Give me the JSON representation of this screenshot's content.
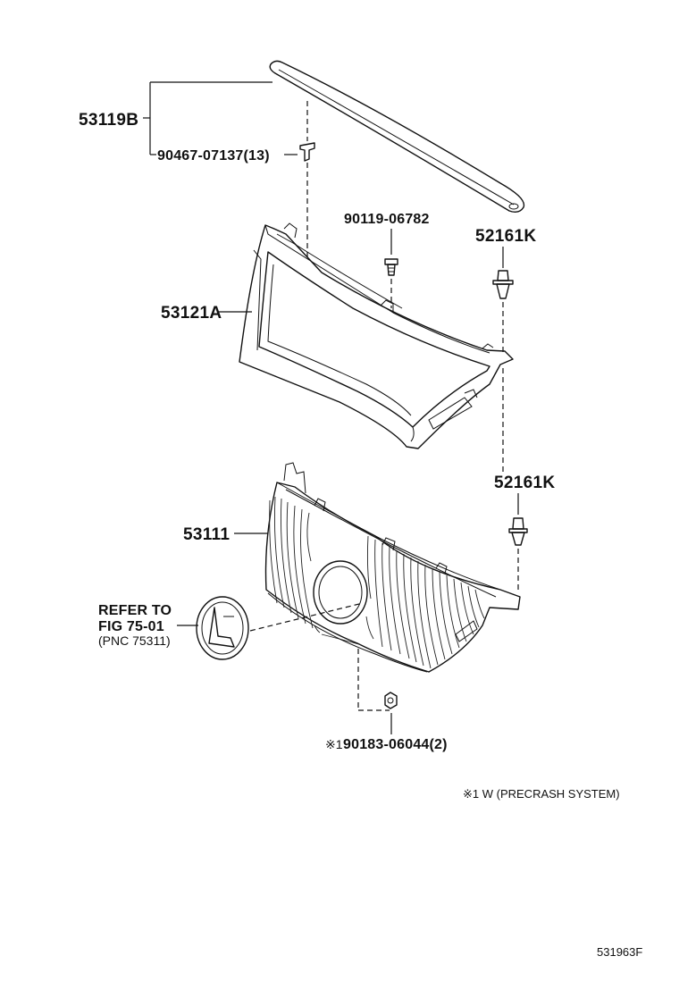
{
  "labels": {
    "molding_part_no": "53119B",
    "clip_top": "90467-07137(13)",
    "screw": "90119-06782",
    "fastener_upper": "52161K",
    "grille_sub_assembly": "53121A",
    "fastener_lower": "52161K",
    "radiator_grille": "53111",
    "refer_line1": "REFER TO",
    "refer_line2": "FIG 75-01",
    "refer_line3": "(PNC 75311)",
    "nut_prefix": "※1",
    "nut": "90183-06044(2)"
  },
  "footnote": "※1 W (PRECRASH SYSTEM)",
  "figure_id": "531963F"
}
